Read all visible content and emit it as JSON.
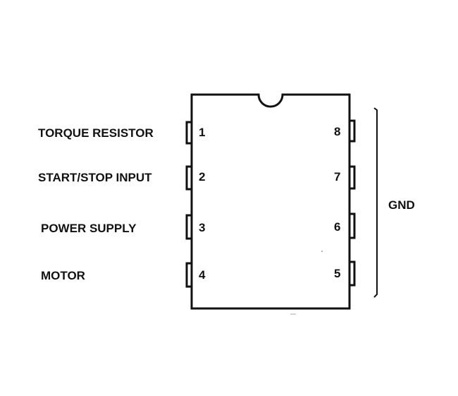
{
  "left_pins": [
    {
      "number": "1",
      "label": "TORQUE RESISTOR"
    },
    {
      "number": "2",
      "label": "START/STOP INPUT"
    },
    {
      "number": "3",
      "label": "POWER SUPPLY"
    },
    {
      "number": "4",
      "label": "MOTOR"
    }
  ],
  "right_pins": [
    {
      "number": "8"
    },
    {
      "number": "7"
    },
    {
      "number": "6"
    },
    {
      "number": "5"
    }
  ],
  "bracket_label": "GND",
  "colors": {
    "ink": "#111111",
    "background": "#ffffff"
  }
}
